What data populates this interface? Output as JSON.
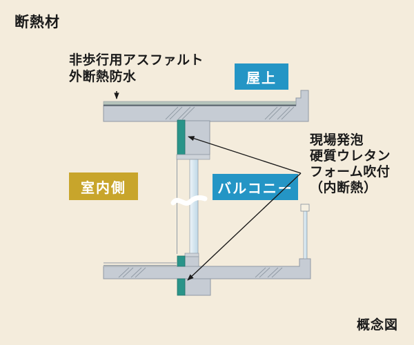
{
  "title": "断熱材",
  "labels": {
    "rooftop": "屋上",
    "indoor": "室内側",
    "balcony": "バルコニー"
  },
  "annotations": {
    "roof_note": [
      "非歩行用アスファルト",
      "外断熱防水"
    ],
    "insulation_note": [
      "現場発泡",
      "硬質ウレタン",
      "フォーム吹付",
      "（内断熱）"
    ]
  },
  "footer": {
    "caption": "概念図"
  },
  "colors": {
    "background": "#f4ecdc",
    "concrete": "#c6ccd4",
    "concrete_stroke": "#8f99a3",
    "frame_gray": "#ced3d9",
    "waterproof": "#b7c5bc",
    "waterproof_line": "#5d6771",
    "insulation_teal": "#2a9489",
    "insulation_stroke": "#23736c",
    "glass_light": "#edf4f8",
    "glass_dark": "#bfd8e7",
    "railing_cap": "#f6f0e1",
    "break_symbol": "#ffffff",
    "label_blue": "#2495c5",
    "label_gold": "#c8a52b",
    "text": "#1a1a1a",
    "arrow": "#1a1a1a"
  }
}
